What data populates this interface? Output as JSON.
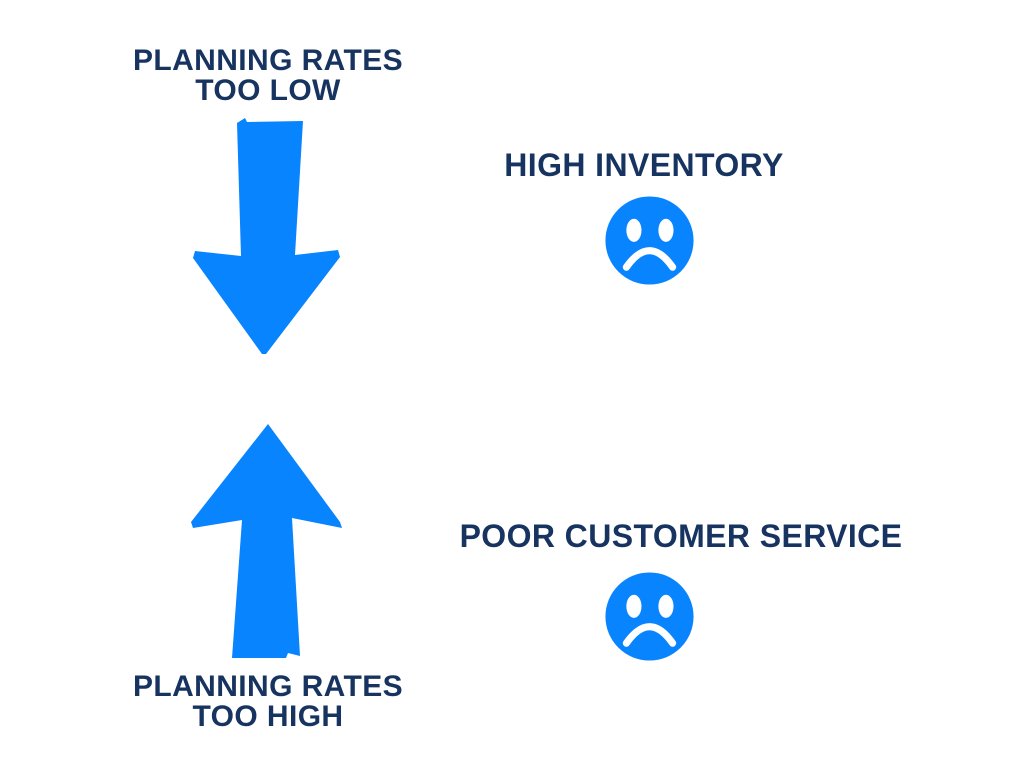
{
  "colors": {
    "background": "#ffffff",
    "accent-blue": "#0984ff",
    "text-navy": "#17335f",
    "face-detail": "#ffffff"
  },
  "diagram": {
    "description": "cause-effect planning rates diagram",
    "rows": [
      {
        "cause": {
          "line1": "PLANNING RATES",
          "line2": "TOO LOW"
        },
        "arrow": {
          "direction": "down",
          "icon": "down-arrow-icon"
        },
        "effect": {
          "label": "HIGH INVENTORY",
          "icon": "sad-face-icon"
        }
      },
      {
        "cause": {
          "line1": "PLANNING RATES",
          "line2": "TOO HIGH"
        },
        "arrow": {
          "direction": "up",
          "icon": "up-arrow-icon"
        },
        "effect": {
          "label": "POOR CUSTOMER SERVICE",
          "icon": "sad-face-icon"
        }
      }
    ]
  }
}
